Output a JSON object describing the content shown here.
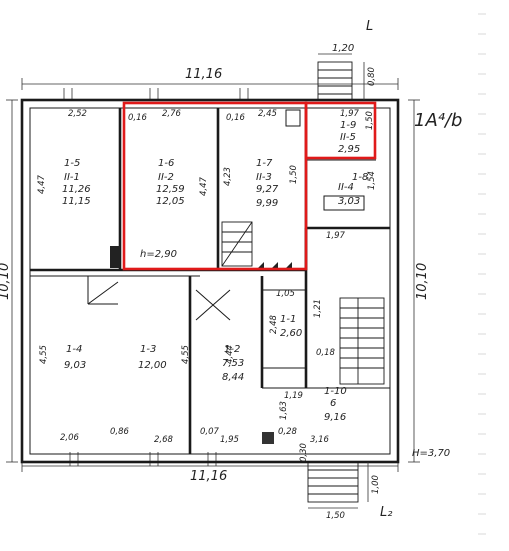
{
  "plan": {
    "sheet_label": "1A⁴/b",
    "section_top": "L",
    "section_bottom": "L₂",
    "height_note_room": "h=2,90",
    "height_note_building": "H=3,70",
    "overall_width_top": "11,16",
    "overall_width_bottom": "11,16",
    "overall_height_left": "10,10",
    "overall_height_right": "10,10",
    "porch_top_width": "1,20",
    "porch_top_depth": "0,80",
    "porch_bottom_width": "1,50",
    "porch_bottom_depth": "1,00",
    "inner_dims": {
      "d252": "2,52",
      "d016a": "0,16",
      "d276": "2,76",
      "d016b": "0,16",
      "d245": "2,45",
      "d197a": "1,97",
      "d197b": "1,97",
      "d150": "1,50",
      "d150b": "1,50",
      "d447": "4,47",
      "d447b": "4,47",
      "d423": "4,23",
      "d154": "1,54",
      "d455a": "4,55",
      "d455b": "4,55",
      "d444": "4,44",
      "d248": "2,48",
      "d105": "1,05",
      "d121": "1,21",
      "d018": "0,18",
      "d119": "1,19",
      "d163": "1,63",
      "d206": "2,06",
      "d086": "0,86",
      "d268": "2,68",
      "d007": "0,07",
      "d195": "1,95",
      "d028": "0,28",
      "d316": "3,16",
      "d030": "0,30"
    },
    "rooms": [
      {
        "id": "1-5",
        "l1": "II-1",
        "l2": "11,26",
        "area": "11,15"
      },
      {
        "id": "1-6",
        "l1": "II-2",
        "l2": "12,59",
        "area": "12,05"
      },
      {
        "id": "1-7",
        "l1": "II-3",
        "l2": "9,27",
        "area": "9,99"
      },
      {
        "id": "1-9",
        "l1": "II-5",
        "area": "2,95"
      },
      {
        "id": "1-8",
        "l1": "II-4",
        "area": "3,03"
      },
      {
        "id": "1-4",
        "area": "9,03"
      },
      {
        "id": "1-3",
        "area": "12,00"
      },
      {
        "id": "1-2",
        "l1": "7,53",
        "area": "8,44"
      },
      {
        "id": "1-1",
        "area": "2,60"
      },
      {
        "id": "1-10",
        "l1": "6",
        "area": "9,16"
      }
    ],
    "highlight_color": "#e01a1a"
  }
}
